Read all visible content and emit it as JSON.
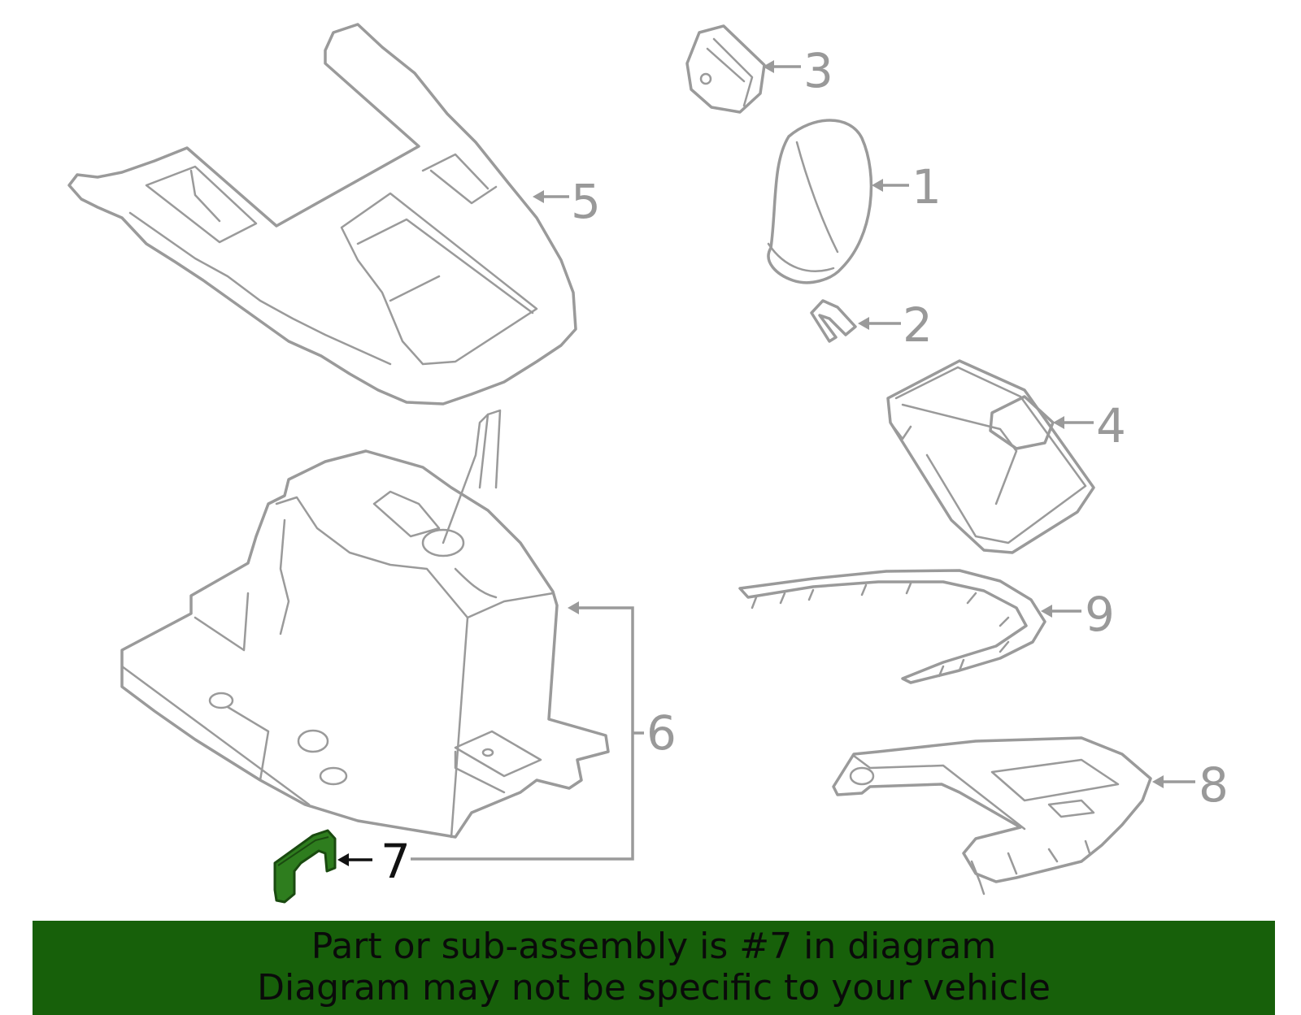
{
  "callouts": [
    {
      "id": "1",
      "label": "1"
    },
    {
      "id": "2",
      "label": "2"
    },
    {
      "id": "3",
      "label": "3"
    },
    {
      "id": "4",
      "label": "4"
    },
    {
      "id": "5",
      "label": "5"
    },
    {
      "id": "6",
      "label": "6"
    },
    {
      "id": "7",
      "label": "7"
    },
    {
      "id": "8",
      "label": "8"
    },
    {
      "id": "9",
      "label": "9"
    }
  ],
  "highlighted_part": "7",
  "colors": {
    "line": "#9a9a9a",
    "highlight_fill": "#2e7d1e",
    "banner_bg": "#17600a",
    "banner_text": "#0a0a0a"
  },
  "banner": {
    "line1": "Part or sub-assembly is #7 in diagram",
    "line2": "Diagram may not be specific to your vehicle"
  }
}
